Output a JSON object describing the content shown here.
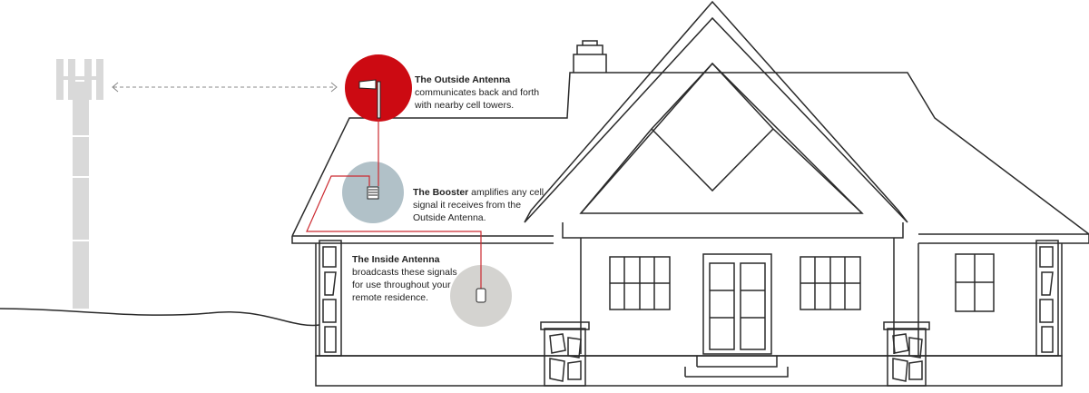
{
  "colors": {
    "outside": "#cc0a12",
    "booster": "#b1c1c8",
    "inside": "#d4d3d0",
    "tower": "#d9d9d9",
    "cable": "#cc2a30",
    "line": "#2a2a2a"
  },
  "outside": {
    "title": "The Outside Antenna",
    "text1": "communicates back and forth",
    "text2": "with nearby cell towers."
  },
  "booster": {
    "title": "The Booster",
    "text0": " amplifies any cell",
    "text1": "signal it receives from the",
    "text2": "Outside Antenna."
  },
  "inside": {
    "title": "The Inside Antenna",
    "text1": "broadcasts these signals",
    "text2": "for use throughout your",
    "text3": "remote residence."
  }
}
